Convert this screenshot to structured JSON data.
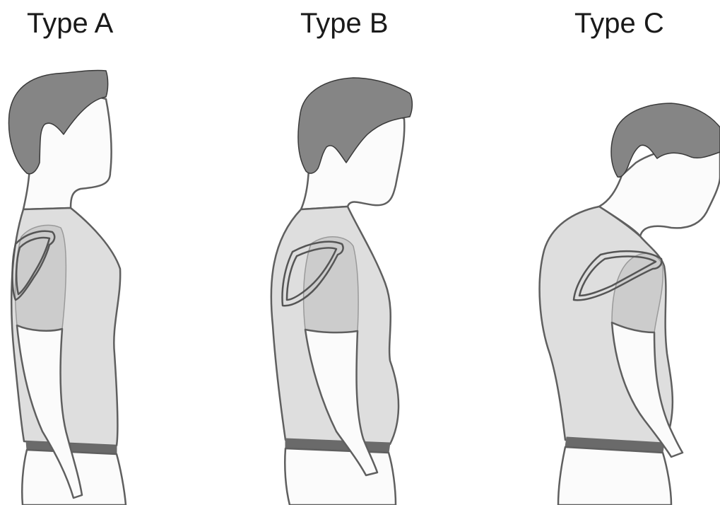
{
  "figure": {
    "labels": {
      "a": "Type A",
      "b": "Type B",
      "c": "Type C"
    },
    "colors": {
      "hair": "#858585",
      "skin": "#fbfbfb",
      "shirt": "#dedede",
      "sleeve": "#cccccc",
      "outline": "#5f5f5f",
      "belt": "#6a6a6a",
      "scapula": "#555555"
    }
  }
}
